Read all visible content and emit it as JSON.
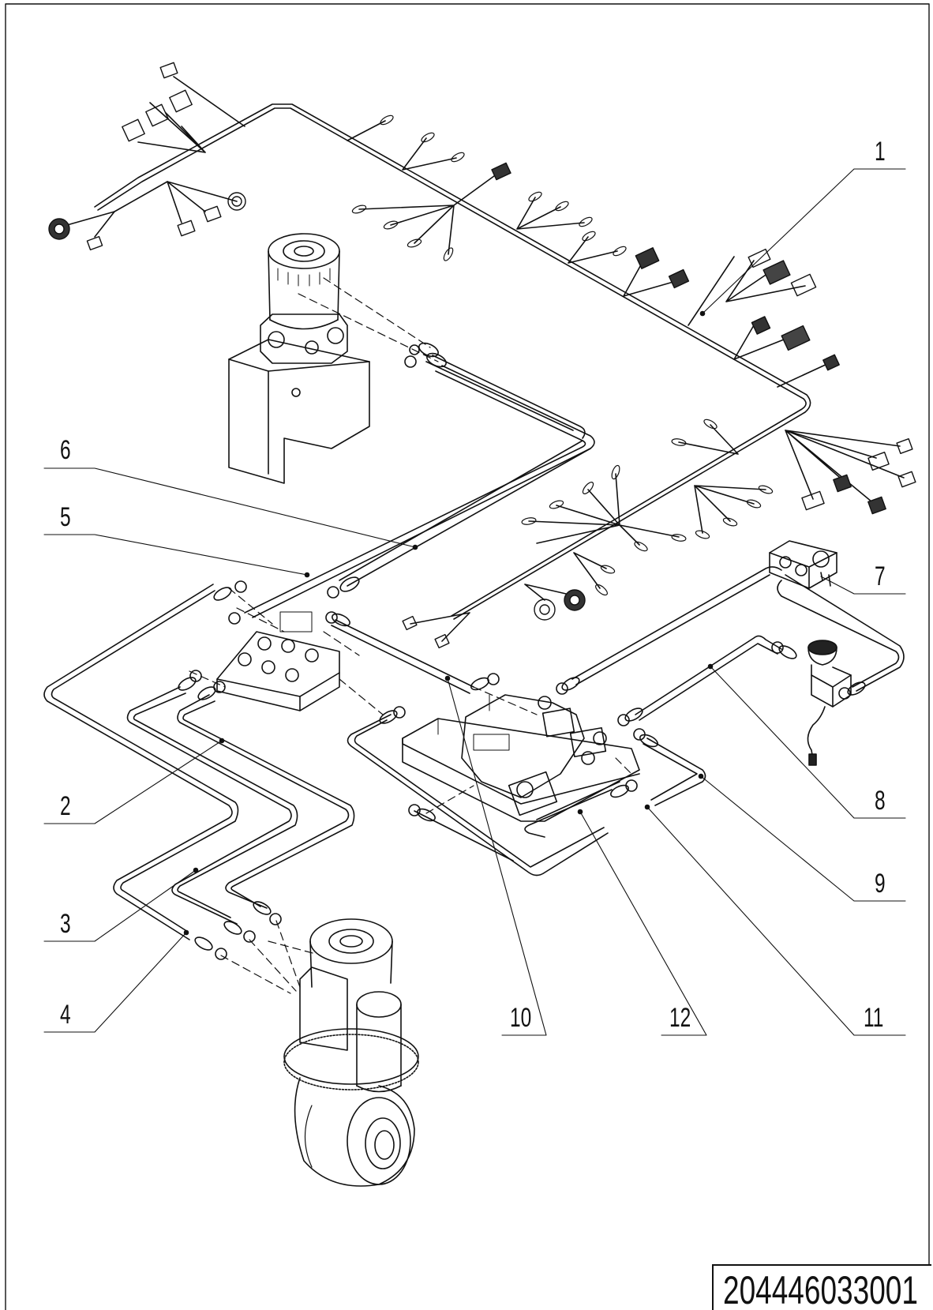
{
  "callouts": [
    {
      "id": "callout-1",
      "label": "1"
    },
    {
      "id": "callout-2",
      "label": "2"
    },
    {
      "id": "callout-3",
      "label": "3"
    },
    {
      "id": "callout-4",
      "label": "4"
    },
    {
      "id": "callout-5",
      "label": "5"
    },
    {
      "id": "callout-6",
      "label": "6"
    },
    {
      "id": "callout-7",
      "label": "7"
    },
    {
      "id": "callout-8",
      "label": "8"
    },
    {
      "id": "callout-9",
      "label": "9"
    },
    {
      "id": "callout-10",
      "label": "10"
    },
    {
      "id": "callout-11",
      "label": "11"
    },
    {
      "id": "callout-12",
      "label": "12"
    }
  ],
  "drawing_number": "204446033001"
}
